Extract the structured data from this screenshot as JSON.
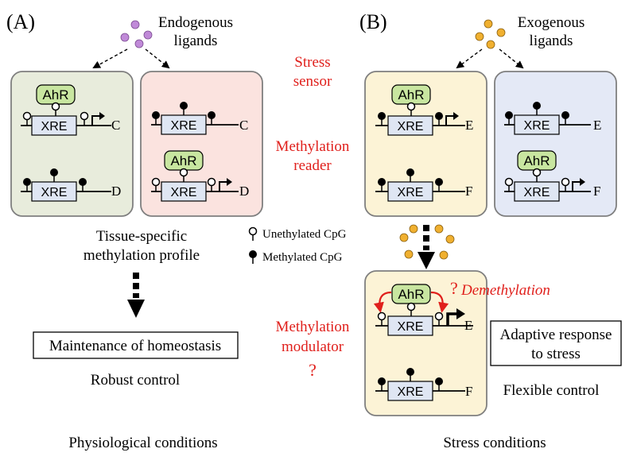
{
  "panel_a": {
    "label": "(A)",
    "ligand_label_line1": "Endogenous",
    "ligand_label_line2": "ligands",
    "left_box": {
      "gene_top": "C",
      "gene_bottom": "D"
    },
    "right_box": {
      "gene_top": "C",
      "gene_bottom": "D"
    },
    "profile_line1": "Tissue-specific",
    "profile_line2": "methylation profile",
    "outcome_box": "Maintenance of homeostasis",
    "control": "Robust control",
    "condition": "Physiological conditions"
  },
  "panel_b": {
    "label": "(B)",
    "ligand_label_line1": "Exogenous",
    "ligand_label_line2": "ligands",
    "left_box": {
      "gene_top": "E",
      "gene_bottom": "F"
    },
    "right_box": {
      "gene_top": "E",
      "gene_bottom": "F"
    },
    "bottom_box": {
      "gene_top": "E",
      "gene_bottom": "F",
      "demethylation": "Demethylation",
      "question": "?"
    },
    "outcome_line1": "Adaptive response",
    "outcome_line2": "to stress",
    "control": "Flexible control",
    "condition": "Stress conditions"
  },
  "middle": {
    "stress_line1": "Stress",
    "stress_line2": "sensor",
    "reader_line1": "Methylation",
    "reader_line2": "reader",
    "modulator_line1": "Methylation",
    "modulator_line2": "modulator",
    "modulator_question": "?"
  },
  "legend": {
    "unmethylated": "Unethylated CpG",
    "methylated": "Methylated CpG"
  },
  "labels": {
    "ahr": "AhR",
    "xre": "XRE"
  },
  "colors": {
    "accent_red": "#e0201c",
    "ahr_fill": "#c8e6a0",
    "xre_fill": "#dfe6f3",
    "panel_green": "#e8ecdc",
    "panel_pink": "#fbe3df",
    "panel_yellow": "#fcf3d6",
    "panel_blue": "#e4e9f6",
    "ligand_purple": "#c08ad8",
    "ligand_orange": "#f0b030"
  }
}
